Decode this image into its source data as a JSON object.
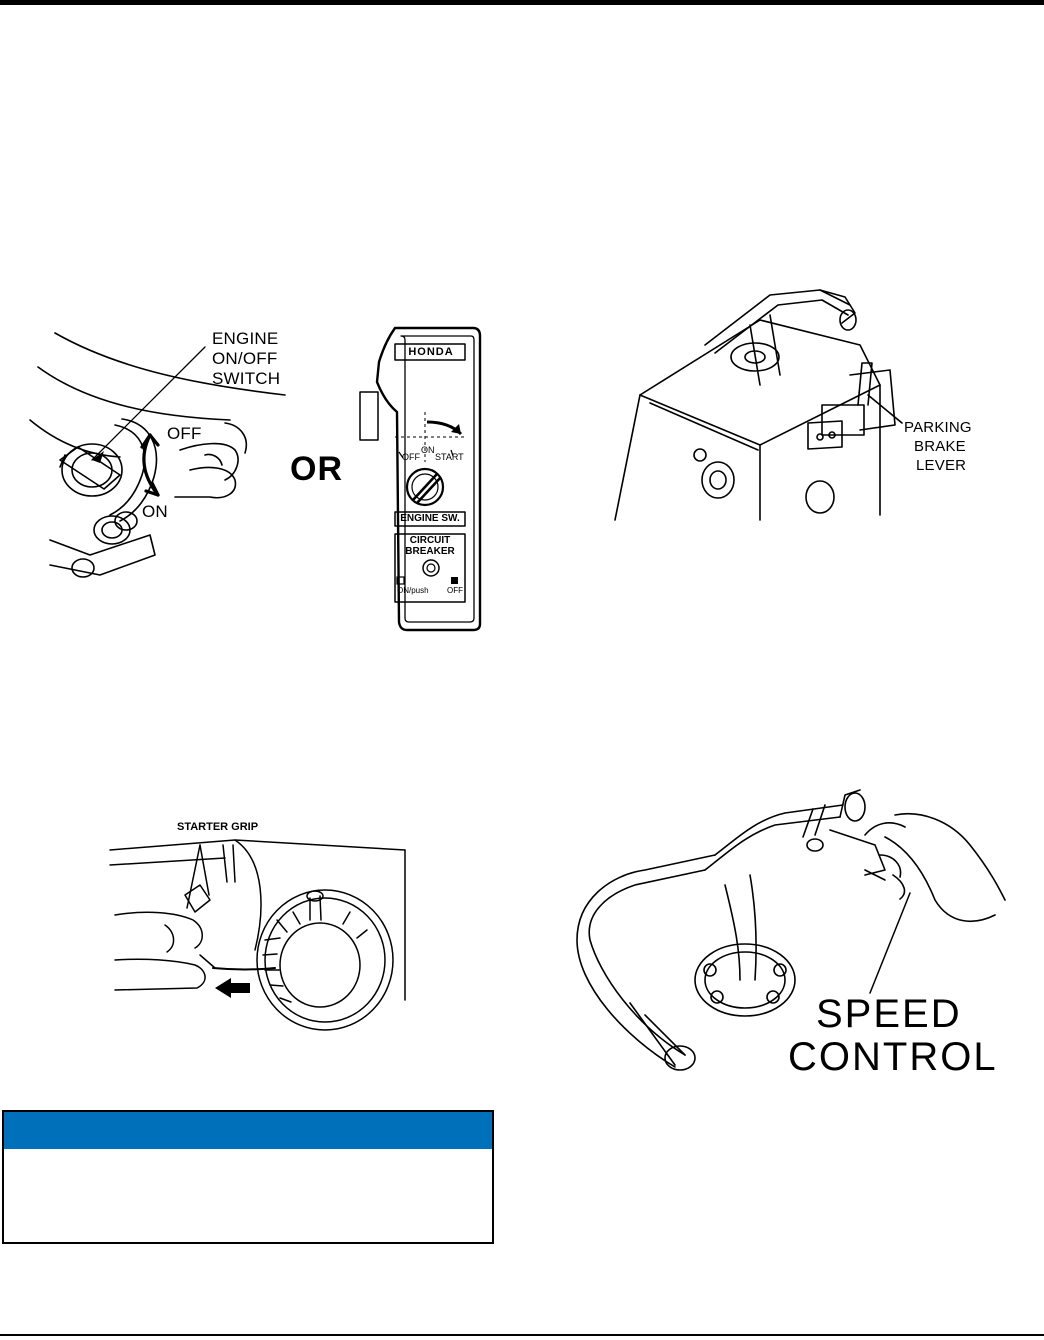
{
  "colors": {
    "callout_header": "#0070BB",
    "ink": "#000000"
  },
  "figures": {
    "engine_switch": {
      "labels": {
        "engine_switch_line1": "ENGINE",
        "engine_switch_line2": "ON/OFF",
        "engine_switch_line3": "SWITCH",
        "off": "OFF",
        "on": "ON"
      },
      "or_text": "OR"
    },
    "switch_panel": {
      "brand": "HONDA",
      "off": "OFF",
      "on": "ON",
      "start": "START",
      "engine_sw": "ENGINE SW.",
      "breaker_line1": "CIRCUIT",
      "breaker_line2": "BREAKER",
      "breaker_on": "ON/push",
      "breaker_off": "OFF"
    },
    "parking_brake": {
      "label_line1": "PARKING",
      "label_line2": "BRAKE",
      "label_line3": "LEVER"
    },
    "starter": {
      "label": "STARTER GRIP"
    },
    "speed_control": {
      "label_line1": "SPEED",
      "label_line2": "CONTROL"
    }
  }
}
